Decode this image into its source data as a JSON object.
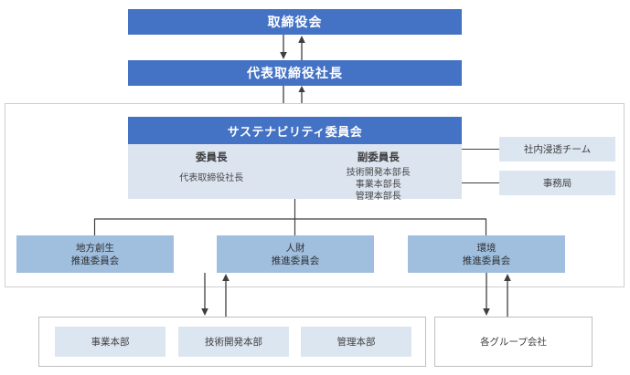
{
  "diagram": {
    "title_top": "取締役会",
    "title_ceo": "代表取締役社長",
    "sustainability": {
      "header": "サステナビリティ委員会",
      "chair_role": "委員長",
      "chair_name": "代表取締役社長",
      "vice_role": "副委員長",
      "vice_names": [
        "技術開発本部長",
        "事業本部長",
        "管理本部長"
      ]
    },
    "side_boxes": [
      {
        "label": "社内浸透チーム"
      },
      {
        "label": "事務局"
      }
    ],
    "committees": [
      {
        "line1": "地方創生",
        "line2": "推進委員会"
      },
      {
        "line1": "人財",
        "line2": "推進委員会"
      },
      {
        "line1": "環境",
        "line2": "推進委員会"
      }
    ],
    "divisions": [
      {
        "label": "事業本部"
      },
      {
        "label": "技術開発本部"
      },
      {
        "label": "管理本部"
      }
    ],
    "group_companies": {
      "label": "各グループ会社"
    },
    "colors": {
      "blue_bar": "#4472C4",
      "committee_fill": "#A0BFDF",
      "light_fill": "#DCE6F1",
      "body_fill": "#DCE4F0",
      "line": "#3F3F3F",
      "frame_border": "#CFCFCF"
    }
  }
}
